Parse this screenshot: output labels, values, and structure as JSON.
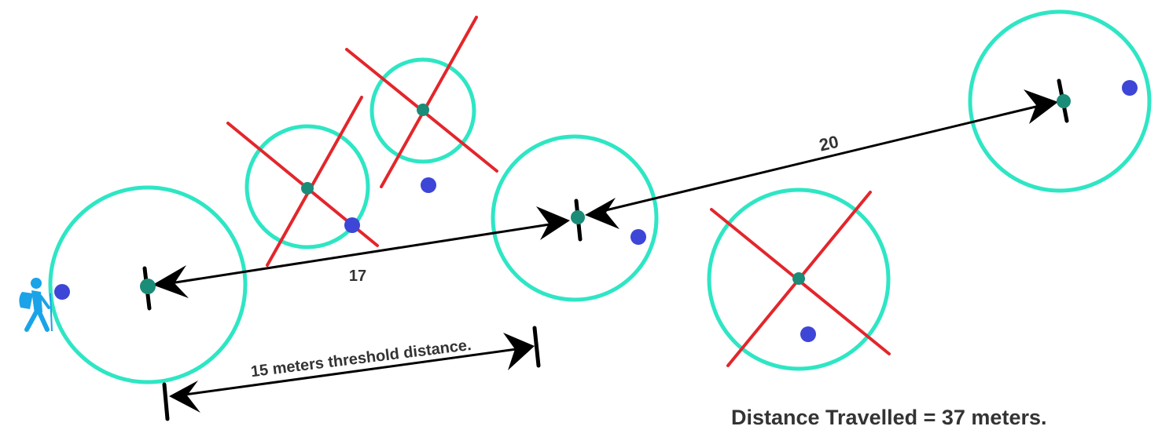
{
  "labels": {
    "segment_1": "17",
    "segment_2": "20",
    "threshold": "15 meters threshold distance.",
    "total": "Distance Travelled = 37 meters."
  },
  "icons": {
    "walker": "hiker-icon",
    "accepted_marker": "tick-mark-icon",
    "rejected_marker": "red-x-icon"
  },
  "colors": {
    "circle": "#2ee6c4",
    "center": "#1a8c78",
    "gps_point": "#3d46d6",
    "reject": "#e3262b",
    "arrow": "#000000",
    "walker": "#1aa3e8",
    "text": "#333333"
  }
}
